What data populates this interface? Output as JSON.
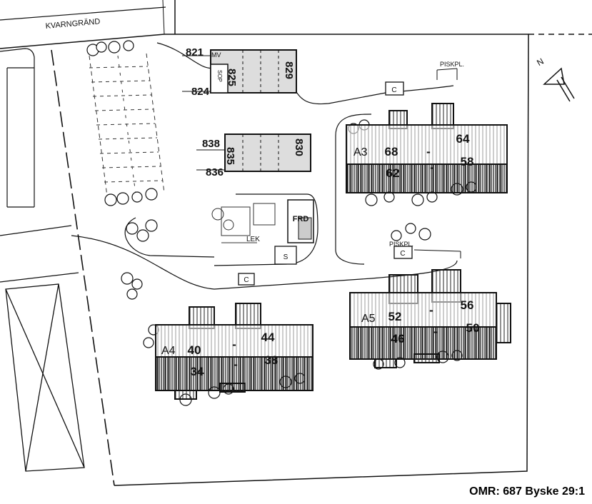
{
  "street": "KVARNGRÄND",
  "north": "N",
  "caption": "OMR: 687 Byske 29:1",
  "labels": {
    "mv": "MV",
    "sop": "SOP",
    "lek": "LEK",
    "frd": "FRD",
    "s": "S",
    "c": "C",
    "piskpl": "PISKPL."
  },
  "carport_top": {
    "left_nums": [
      "821",
      "824"
    ],
    "units": [
      "825",
      "829"
    ]
  },
  "carport_mid": {
    "left_nums": [
      "838",
      "836"
    ],
    "units": [
      "835",
      "830"
    ]
  },
  "buildings": {
    "a3": {
      "name": "A3",
      "nums": [
        "68",
        "-",
        "64",
        "62",
        "-",
        "58"
      ]
    },
    "a4": {
      "name": "A4",
      "nums": [
        "40",
        "-",
        "44",
        "34",
        "-",
        "38"
      ]
    },
    "a5": {
      "name": "A5",
      "nums": [
        "52",
        "-",
        "56",
        "46",
        "-",
        "50"
      ]
    }
  }
}
